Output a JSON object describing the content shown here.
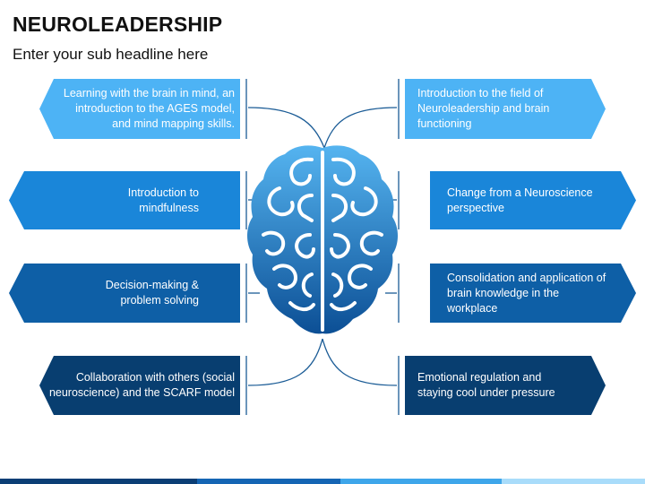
{
  "header": {
    "title": "NEUROLEADERSHIP",
    "subtitle": "Enter your sub headline here"
  },
  "colors": {
    "light_blue": "#4db3f5",
    "mid_blue": "#1a86d9",
    "dark_blue": "#0e5fa6",
    "navy": "#083e70",
    "brain_top": "#55b4f0",
    "brain_bottom": "#0c4f95",
    "connector": "#1b5c96"
  },
  "topics": {
    "left_1": {
      "text": "Learning with the brain in mind, an introduction to the AGES model, and mind mapping skills."
    },
    "left_2": {
      "text": "Introduction to mindfulness"
    },
    "left_3": {
      "text": "Decision-making & problem solving"
    },
    "left_4": {
      "text": "Collaboration with others (social neuroscience) and the SCARF model"
    },
    "right_1": {
      "text": "Introduction to the field of Neuroleadership and brain functioning"
    },
    "right_2": {
      "text": "Change from a Neuroscience perspective"
    },
    "right_3": {
      "text": "Consolidation and application of brain knowledge in the workplace"
    },
    "right_4": {
      "text": "Emotional regulation and staying cool under pressure"
    }
  },
  "icons": [
    "brain-icon"
  ]
}
